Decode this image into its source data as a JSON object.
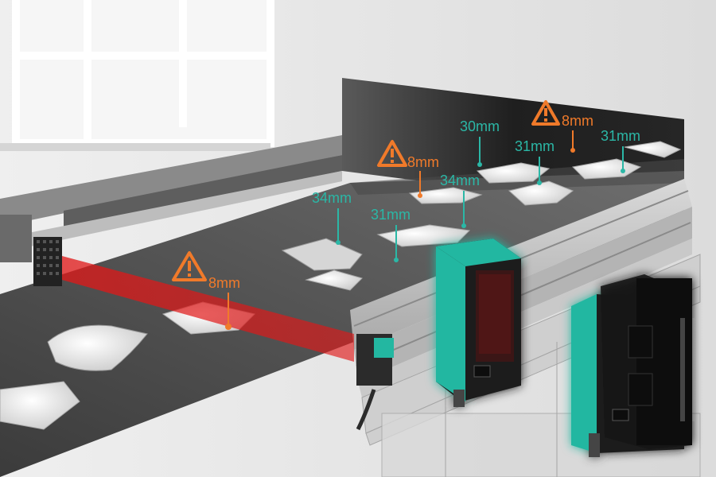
{
  "colors": {
    "warning": "#f07a2a",
    "measure": "#2bb7a6",
    "beam": "#e01818",
    "sensor_green": "#23b7a1",
    "belt": "#4b4b4b",
    "background_wall": "#e6e6e6"
  },
  "icons": [
    "warning-triangle-icon"
  ],
  "annotations": {
    "warnings": [
      {
        "label": "8mm"
      },
      {
        "label": "8mm"
      },
      {
        "label": "8mm"
      }
    ],
    "measurements": [
      {
        "label": "34mm"
      },
      {
        "label": "31mm"
      },
      {
        "label": "34mm"
      },
      {
        "label": "30mm"
      },
      {
        "label": "31mm"
      },
      {
        "label": "31mm"
      }
    ]
  }
}
